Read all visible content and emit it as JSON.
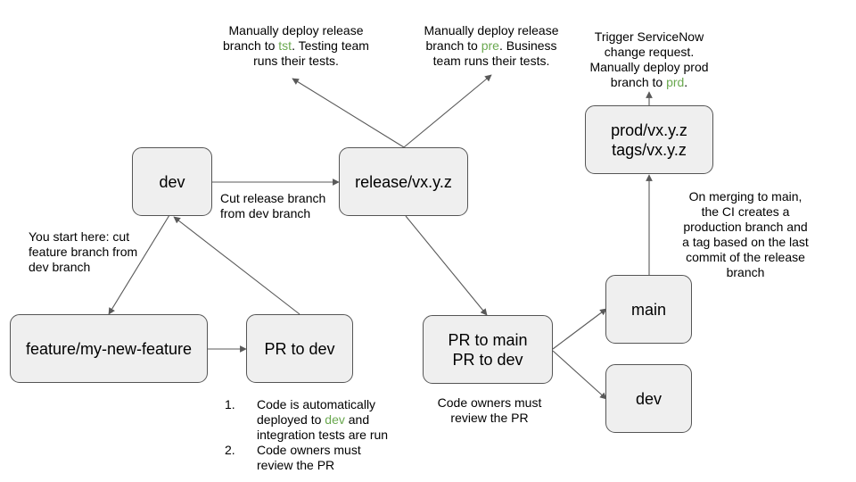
{
  "nodes": {
    "dev_top": "dev",
    "release": "release/vx.y.z",
    "feature": "feature/my-new-feature",
    "pr_dev": "PR to dev",
    "pr_main_line1": "PR to main",
    "pr_main_line2": "PR to dev",
    "prod_line1": "prod/vx.y.z",
    "prod_line2": "tags/vx.y.z",
    "main": "main",
    "dev_bottom": "dev"
  },
  "notes": {
    "tst": {
      "line1": "Manually deploy release",
      "line2_pre": "branch to ",
      "env": "tst",
      "line2_post": ". Testing team",
      "line3": "runs their tests."
    },
    "pre": {
      "line1": "Manually deploy release",
      "line2_pre": "branch to ",
      "env": "pre",
      "line2_post": ". Business",
      "line3": "team runs their tests."
    },
    "prd": {
      "line1": "Trigger ServiceNow",
      "line2": "change request.",
      "line3": "Manually deploy prod",
      "line4_pre": "branch to ",
      "env": "prd",
      "line4_post": "."
    },
    "cut_release": {
      "line1": "Cut release branch",
      "line2": "from dev branch"
    },
    "start_here": {
      "line1": "You start here: cut",
      "line2": "feature branch from",
      "line3": "dev branch"
    },
    "merge_main": {
      "line1": "On merging to main,",
      "line2": "the CI creates a",
      "line3": "production branch and",
      "line4": "a tag based on the last",
      "line5": "commit of the release",
      "line6": "branch"
    },
    "code_owners": {
      "line1": "Code owners must",
      "line2": "review the PR"
    },
    "steps": {
      "s1_num": "1.",
      "s1_line1": "Code is automatically",
      "s1_line2_pre": "deployed to ",
      "s1_env": "dev",
      "s1_line2_post": " and",
      "s1_line3": "integration tests are run",
      "s2_num": "2.",
      "s2_line1": "Code owners must",
      "s2_line2": "review the PR"
    }
  },
  "colors": {
    "env_highlight": "#6aa84f",
    "node_fill": "#efefef",
    "edge": "#595959"
  }
}
